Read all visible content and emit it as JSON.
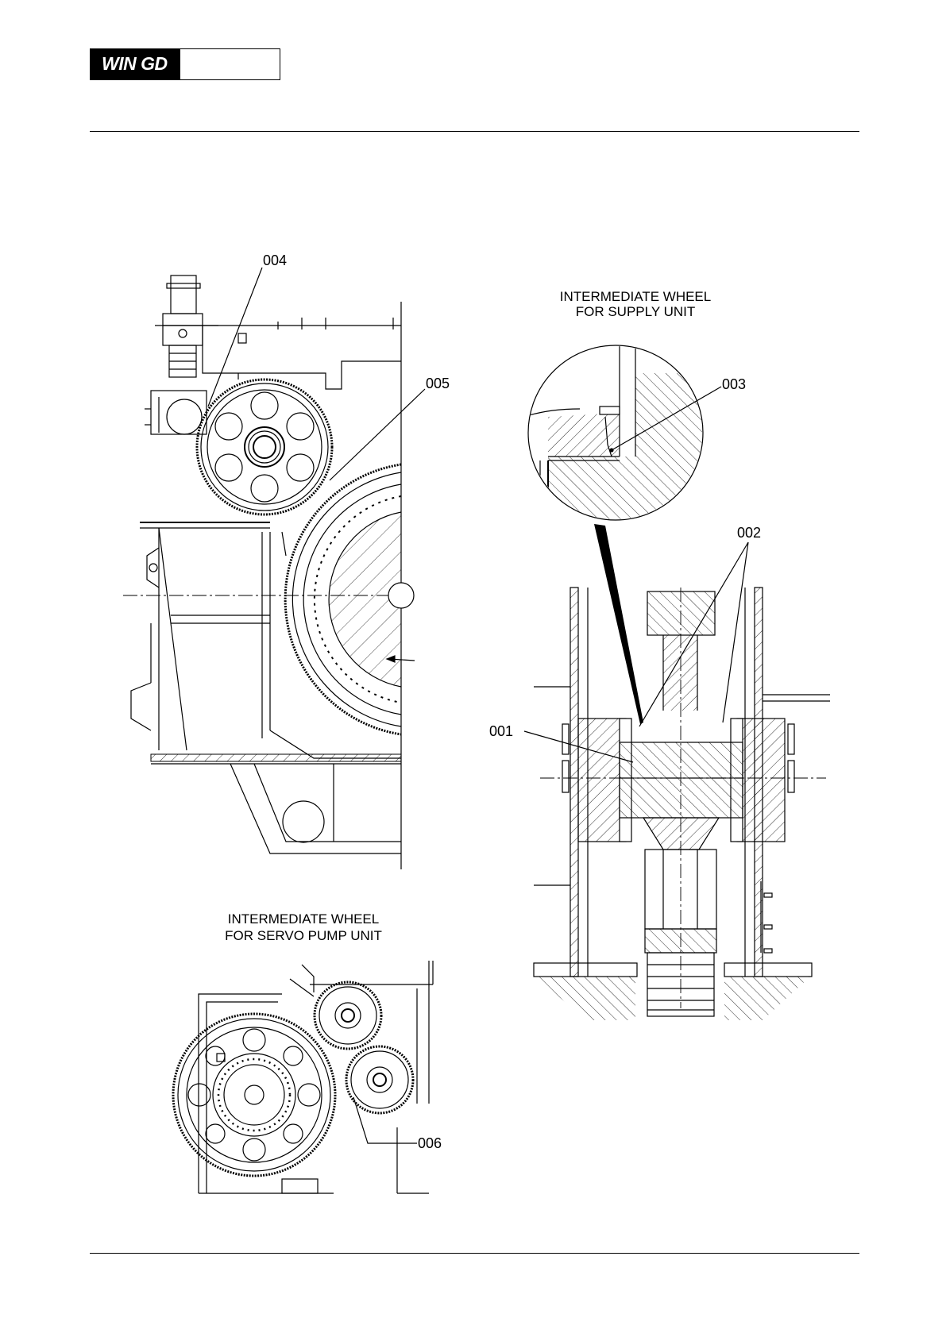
{
  "header": {
    "logo_text": "WIN GD"
  },
  "figure": {
    "captions": {
      "supply_unit": [
        "INTERMEDIATE WHEEL",
        "FOR SUPPLY UNIT"
      ],
      "servo_pump_unit": [
        "INTERMEDIATE WHEEL",
        "FOR SERVO PUMP UNIT"
      ]
    },
    "callouts": {
      "c001": "001",
      "c002": "002",
      "c003": "003",
      "c004": "004",
      "c005": "005",
      "c006": "006"
    }
  }
}
